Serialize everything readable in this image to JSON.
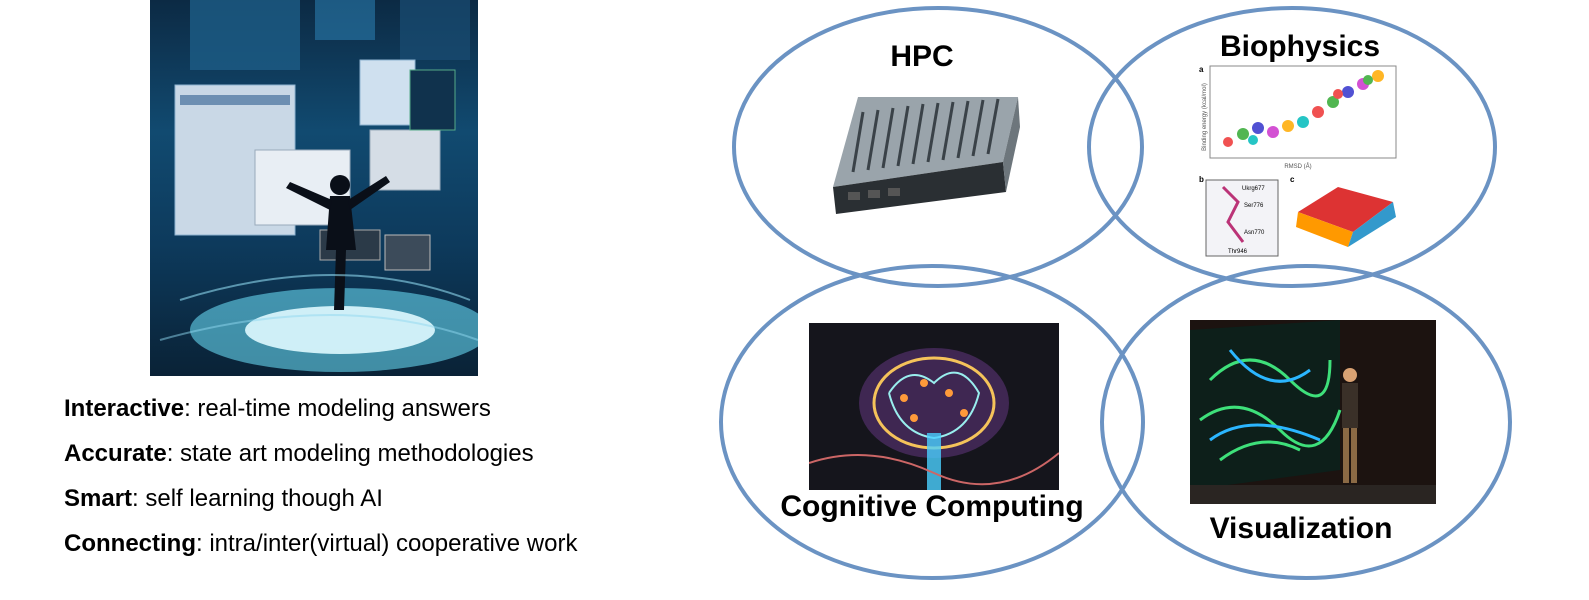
{
  "left_panel": {
    "bullets": [
      {
        "term": "Interactive",
        "text": ": real-time modeling answers"
      },
      {
        "term": "Accurate",
        "text": ": state art modeling methodologies"
      },
      {
        "term": "Smart",
        "text": ":  self learning though AI"
      },
      {
        "term": "Connecting",
        "text": ": intra/inter(virtual) cooperative work"
      }
    ]
  },
  "venn": {
    "circles": [
      {
        "label": "HPC"
      },
      {
        "label": "Biophysics"
      },
      {
        "label": "Cognitive Computing"
      },
      {
        "label": "Visualization"
      }
    ],
    "outline_color": "#6b93c3"
  },
  "biophysics_figure": {
    "panel_a": "a",
    "panel_b": "b",
    "panel_c": "c",
    "x_axis": "RMSD (Å)",
    "y_axis": "Binding energy (kcal/mol)",
    "residues": [
      "Ukrg677",
      "Ser776",
      "Asn770",
      "Thr946"
    ]
  }
}
